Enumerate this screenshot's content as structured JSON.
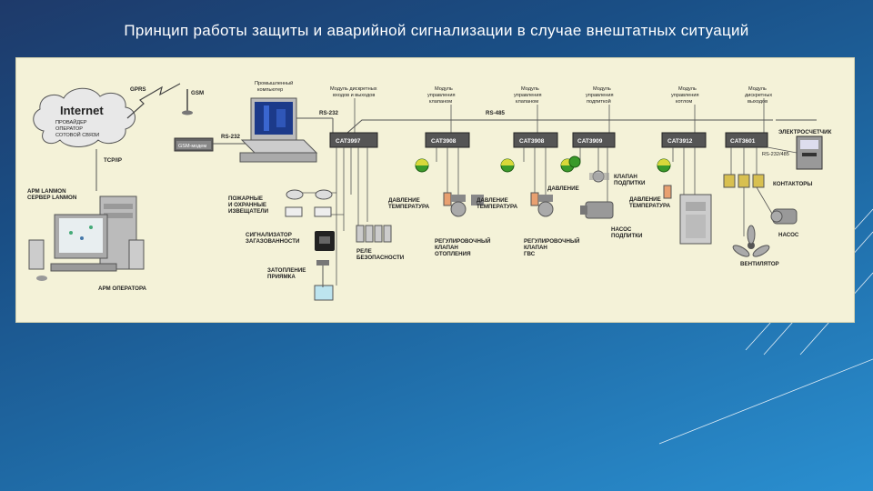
{
  "slide": {
    "title": "Принцип работы защиты и аварийной сигнализации в случае внештатных ситуаций"
  },
  "diagram": {
    "internet": "Internet",
    "provider": [
      "ПРОВАЙДЕР",
      "ОПЕРАТОР",
      "СОТОВОЙ СВЯЗИ"
    ],
    "gprs": "GPRS",
    "gsm": "GSM",
    "gsm_modem": "GSM-модем",
    "rs232_a": "RS-232",
    "rs232_b": "RS-232",
    "rs485": "RS-485",
    "rs232_485": "RS-232/485",
    "tcpip": "TCP/IP",
    "arm_server": [
      "АРМ LANMON",
      "СЕРВЕР LANMON"
    ],
    "arm_operator": "АРМ ОПЕРАТОРА",
    "industrial_pc": [
      "Промышленный",
      "компьютер"
    ],
    "col_headers": [
      [
        "Модуль дискретных",
        "входов и выходов"
      ],
      [
        "Модуль",
        "управления",
        "клапаном"
      ],
      [
        "Модуль",
        "управления",
        "клапаном"
      ],
      [
        "Модуль",
        "управления",
        "подпиткой"
      ],
      [
        "Модуль",
        "управления",
        "котлом"
      ],
      [
        "Модуль",
        "дискретных",
        "выходов"
      ]
    ],
    "modules": [
      "CAT3997",
      "CAT3908",
      "CAT3908",
      "CAT3909",
      "CAT3912",
      "CAT3601"
    ],
    "meter": "ЭЛЕКТРОСЧЕТЧИК",
    "fire_sensors": [
      "ПОЖАРНЫЕ",
      "И ОХРАННЫЕ",
      "ИЗВЕЩАТЕЛИ"
    ],
    "gas_sensor": [
      "СИГНАЛИЗАТОР",
      "ЗАГАЗОВАННОСТИ"
    ],
    "flood": [
      "ЗАТОПЛЕНИЕ",
      "ПРИЯМКА"
    ],
    "safety_relay": [
      "РЕЛЕ",
      "БЕЗОПАСНОСТИ"
    ],
    "pressure_temp_1": [
      "ДАВЛЕНИЕ",
      "ТЕМПЕРАТУРА"
    ],
    "pressure_temp_2": [
      "ДАВЛЕНИЕ",
      "ТЕМПЕРАТУРА"
    ],
    "pressure_temp_3": [
      "ДАВЛЕНИЕ",
      "ТЕМПЕРАТУРА"
    ],
    "pressure": "ДАВЛЕНИЕ",
    "valve_heating": [
      "РЕГУЛИРОВОЧНЫЙ",
      "КЛАПАН",
      "ОТОПЛЕНИЯ"
    ],
    "valve_gvs": [
      "РЕГУЛИРОВОЧНЫЙ",
      "КЛАПАН",
      "ГВС"
    ],
    "valve_feed": [
      "КЛАПАН",
      "ПОДПИТКИ"
    ],
    "pump_feed": [
      "НАСОС",
      "ПОДПИТКИ"
    ],
    "contactors": "КОНТАКТОРЫ",
    "pump": "НАСОС",
    "fan": "ВЕНТИЛЯТОР"
  }
}
